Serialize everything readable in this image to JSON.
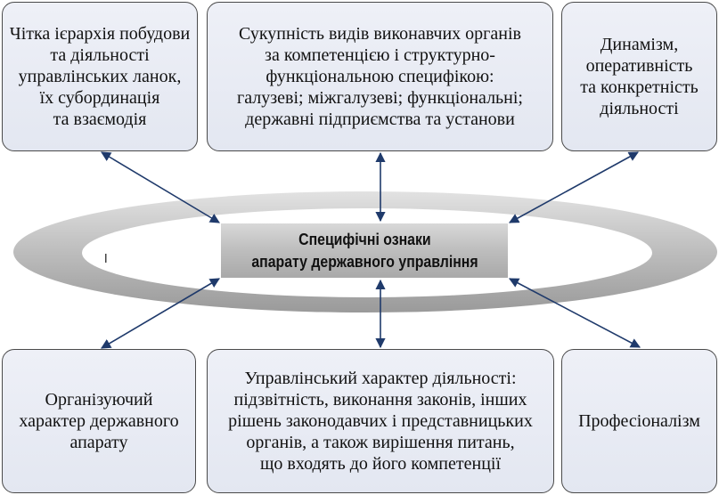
{
  "center": {
    "lines": [
      "Специфічні ознаки",
      "апарату державного управління"
    ]
  },
  "boxes": {
    "top_left": [
      "Чітка ієрархія побудови",
      "та діяльності",
      "управлінських ланок,",
      "їх субординація",
      "та взаємодія"
    ],
    "top_center": [
      "Сукупність видів виконавчих органів",
      "за компетенцією і структурно-",
      "функціональною специфікою:",
      "галузеві; міжгалузеві; функціональні;",
      "державні підприємства та установи"
    ],
    "top_right": [
      "Динамізм,",
      "оперативність",
      "та конкретність",
      "діяльності"
    ],
    "bottom_left": [
      "Організуючий",
      "характер державного",
      "апарату"
    ],
    "bottom_center": [
      "Управлінський характер діяльності:",
      "підзвітність, виконання законів, інших",
      "рішень законодавчих і представницьких",
      "органів, а також вирішення питань,",
      "що входять до його компетенції"
    ],
    "bottom_right": [
      "Професіоналізм"
    ]
  },
  "colors": {
    "arrow": "#1f3a6b",
    "box_border": "#4a4a4a",
    "ring": "#b5b5b5"
  }
}
